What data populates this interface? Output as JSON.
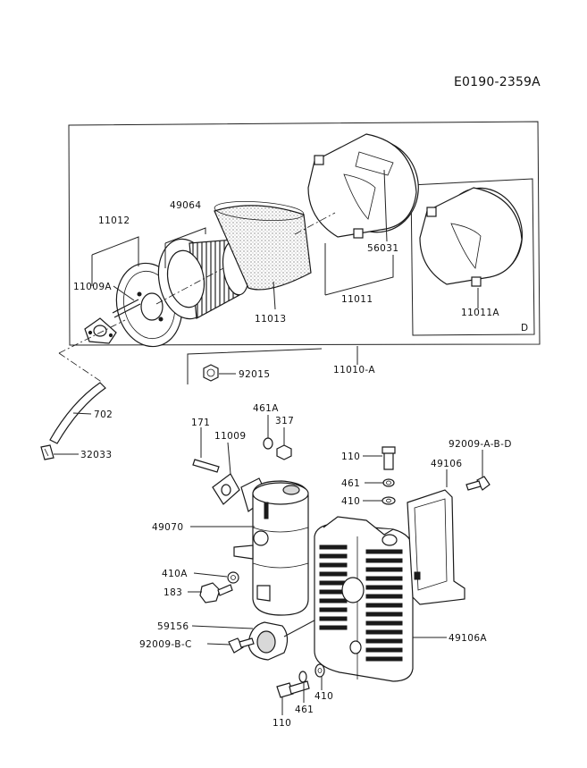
{
  "diagram_code": "E0190-2359A",
  "box_labels": {
    "assembly": "11010-A",
    "detail": "D"
  },
  "labels": {
    "p11012": "11012",
    "p49064": "49064",
    "p11009A": "11009A",
    "p11013": "11013",
    "p56031": "56031",
    "p11011": "11011",
    "p11011A": "11011A",
    "p92015": "92015",
    "p702": "702",
    "p32033": "32033",
    "p461A": "461A",
    "p317": "317",
    "p171": "171",
    "p11009": "11009",
    "p110_top": "110",
    "p461_top": "461",
    "p410_top": "410",
    "p92009ABD": "92009-A-B-D",
    "p49106": "49106",
    "p49070": "49070",
    "p410A": "410A",
    "p183": "183",
    "p59156": "59156",
    "p92009BC": "92009-B-C",
    "p49106A": "49106A",
    "p410_bot": "410",
    "p461_bot": "461",
    "p110_bot": "110"
  }
}
